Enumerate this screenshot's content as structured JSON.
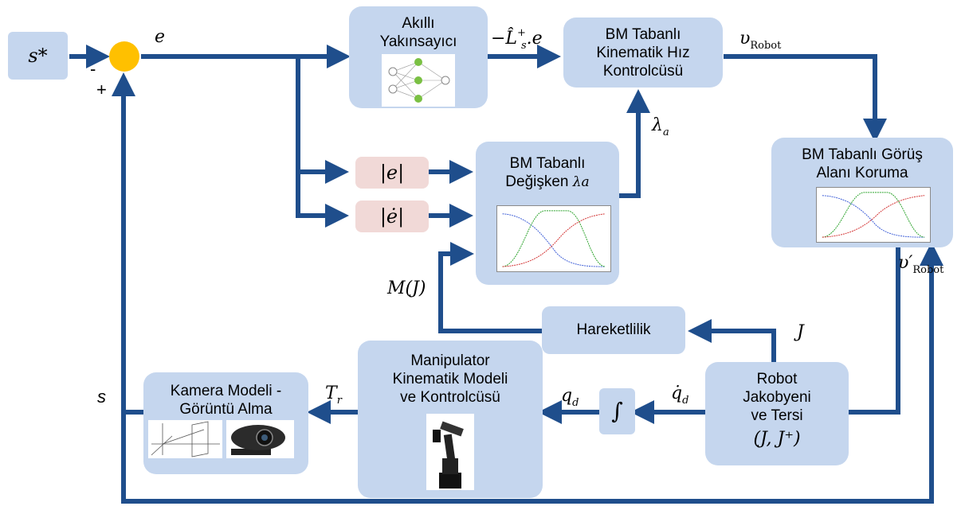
{
  "blocks": {
    "sstar": {
      "label": "s*"
    },
    "akilli": {
      "line1": "Akıllı",
      "line2": "Yakınsayıcı",
      "icon": "neural-network-icon"
    },
    "bm_kinematik": {
      "line1": "BM Tabanlı",
      "line2": "Kinematik Hız",
      "line3": "Kontrolcüsü"
    },
    "bm_degisken": {
      "line1": "BM Tabanlı",
      "line2": "Değişken",
      "line2_symbol": "λa",
      "icon": "membership-function-plot-icon"
    },
    "bm_gorus": {
      "line1": "BM Tabanlı Görüş",
      "line2": "Alanı Koruma",
      "icon": "membership-function-plot-icon"
    },
    "abs_e": {
      "label": "|e|"
    },
    "abs_edot": {
      "label": "|ė|"
    },
    "hareketlilik": {
      "label": "Hareketlilik"
    },
    "robot": {
      "line1": "Robot",
      "line2": "Jakobyeni",
      "line3": "ve Tersi",
      "line4": "(J, J⁺)"
    },
    "integral": {
      "label": "∫"
    },
    "manipulator": {
      "line1": "Manipulator",
      "line2": "Kinematik Modeli",
      "line3": "ve Kontrolcüsü",
      "icon": "robot-arm-icon"
    },
    "kamera": {
      "line1": "Kamera Modeli -",
      "line2": "Görüntü Alma",
      "icon1": "camera-projection-sketch-icon",
      "icon2": "webcam-icon"
    }
  },
  "signals": {
    "e": "e",
    "L_hat": "−L̂",
    "L_hat_sub": "s",
    "L_hat_sup": "+",
    "L_hat_tail": ".e",
    "v_robot": "υ",
    "v_robot_sub": "Robot",
    "v_robot_prime": "υ′",
    "v_robot_prime_sub": "Robot",
    "lambda_a": "λ",
    "lambda_a_sub": "a",
    "M_J": "M(J)",
    "J": "J",
    "q_d": "q",
    "q_d_sub": "d",
    "qdot_d": "q̇",
    "qdot_d_sub": "d",
    "T_r": "T",
    "T_r_sub": "r",
    "s": "s",
    "minus": "-",
    "plus": "+"
  },
  "colors": {
    "arrow": "#1f4e8c",
    "block": "#c5d6ee",
    "pink": "#f1d9d7",
    "summing_junction": "#ffc000"
  }
}
